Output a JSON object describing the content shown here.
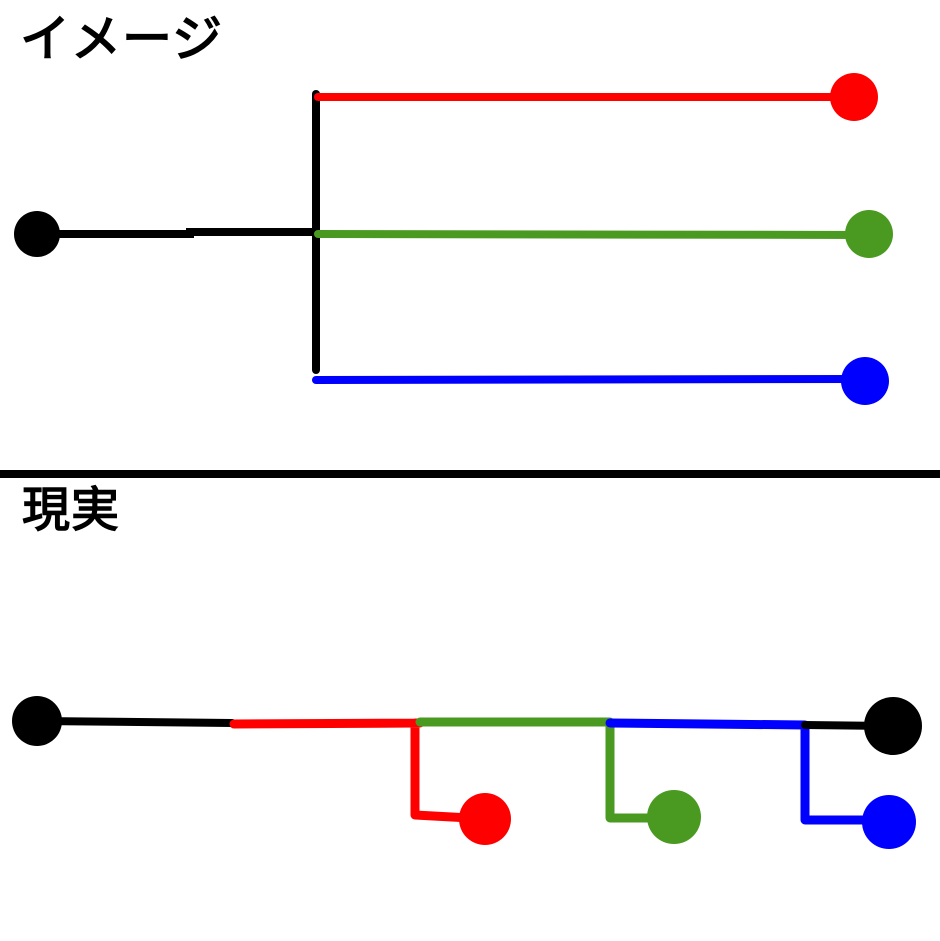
{
  "headings": {
    "top": "イメージ",
    "bottom": "現実"
  },
  "colors": {
    "trunk": "#000000",
    "red": "#ff0000",
    "green": "#4a9a22",
    "blue": "#0000ff",
    "divider": "#000000"
  },
  "icons": {
    "node": "filled-circle"
  }
}
